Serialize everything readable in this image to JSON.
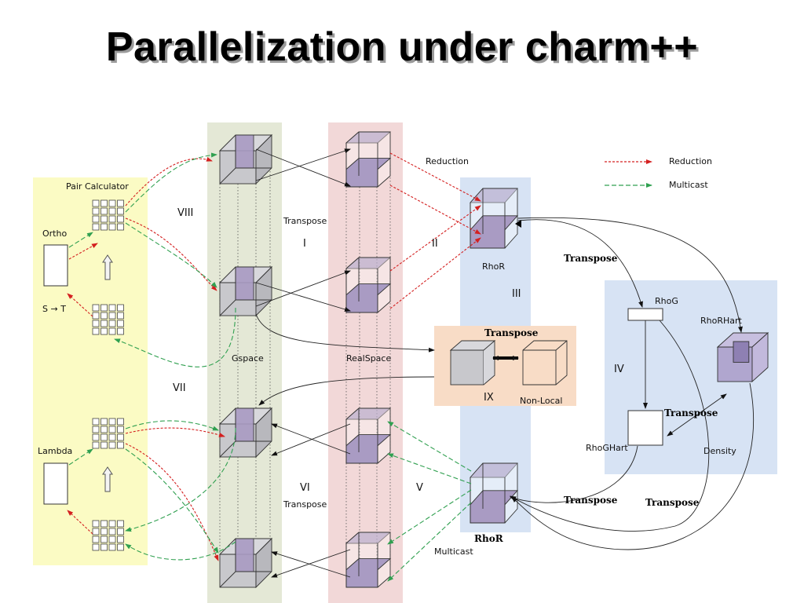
{
  "title": "Parallelization under charm++",
  "legend": {
    "reduction": "Reduction",
    "multicast": "Multicast"
  },
  "labels": {
    "pair_calculator": "Pair Calculator",
    "ortho": "Ortho",
    "s_to_t": "S → T",
    "lambda": "Lambda",
    "gspace": "Gspace",
    "realspace": "RealSpace",
    "transpose_top": "Transpose",
    "transpose_bottom": "Transpose",
    "reduction_arrow": "Reduction",
    "rhor_top": "RhoR",
    "rhor_bottom": "RhoR",
    "multicast_bottom": "Multicast",
    "transpose_rhor": "Transpose",
    "transpose_nonlocal": "Transpose",
    "non_local": "Non-Local",
    "rhog": "RhoG",
    "rhorhart": "RhoRHart",
    "rhoghart": "RhoGHart",
    "density": "Density",
    "transpose_density": "Transpose",
    "transpose_low1": "Transpose",
    "transpose_low2": "Transpose"
  },
  "numerals": {
    "i": "I",
    "ii": "II",
    "iii": "III",
    "iv": "IV",
    "v": "V",
    "vi": "VI",
    "vii": "VII",
    "viii": "VIII",
    "ix": "IX"
  },
  "colors": {
    "pair_region": "#fbfbc4",
    "gspace_region": "#e4e8d6",
    "realspace_region": "#f2d8d8",
    "rhor_region": "#d7e3f4",
    "nonlocal_region": "#f8dcc6",
    "density_region": "#d7e3f4",
    "reduction_arrow": "#d42020",
    "multicast_arrow": "#30a050",
    "cube_purple": "#a99bc3",
    "cube_gray": "#c8c8cc"
  }
}
